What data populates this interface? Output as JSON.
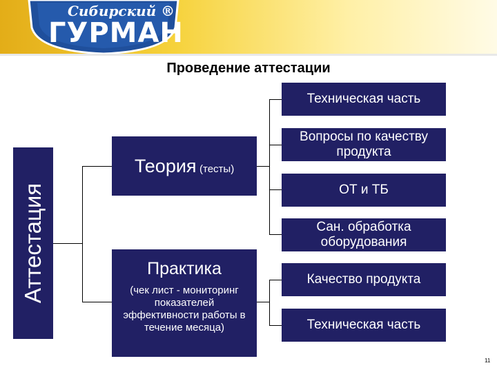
{
  "logo": {
    "brand": "Сибирский ®",
    "name": "ГУРМАН"
  },
  "title": "Проведение аттестации",
  "root": "Аттестация",
  "theory": {
    "main": "Теория",
    "sub": "(тесты)"
  },
  "practice": {
    "main": "Практика",
    "sub": "(чек лист - мониторинг показателей эффективности работы в течение месяца)"
  },
  "theory_items": [
    "Техническая часть",
    "Вопросы по качеству продукта",
    "ОТ и ТБ",
    "Сан. обработка оборудования"
  ],
  "practice_items": [
    "Качество продукта",
    "Техническая часть"
  ],
  "page_number": "11",
  "colors": {
    "box": "#212064",
    "header_gold": "#f6d23b",
    "logo_blue": "#1f4f9c"
  }
}
